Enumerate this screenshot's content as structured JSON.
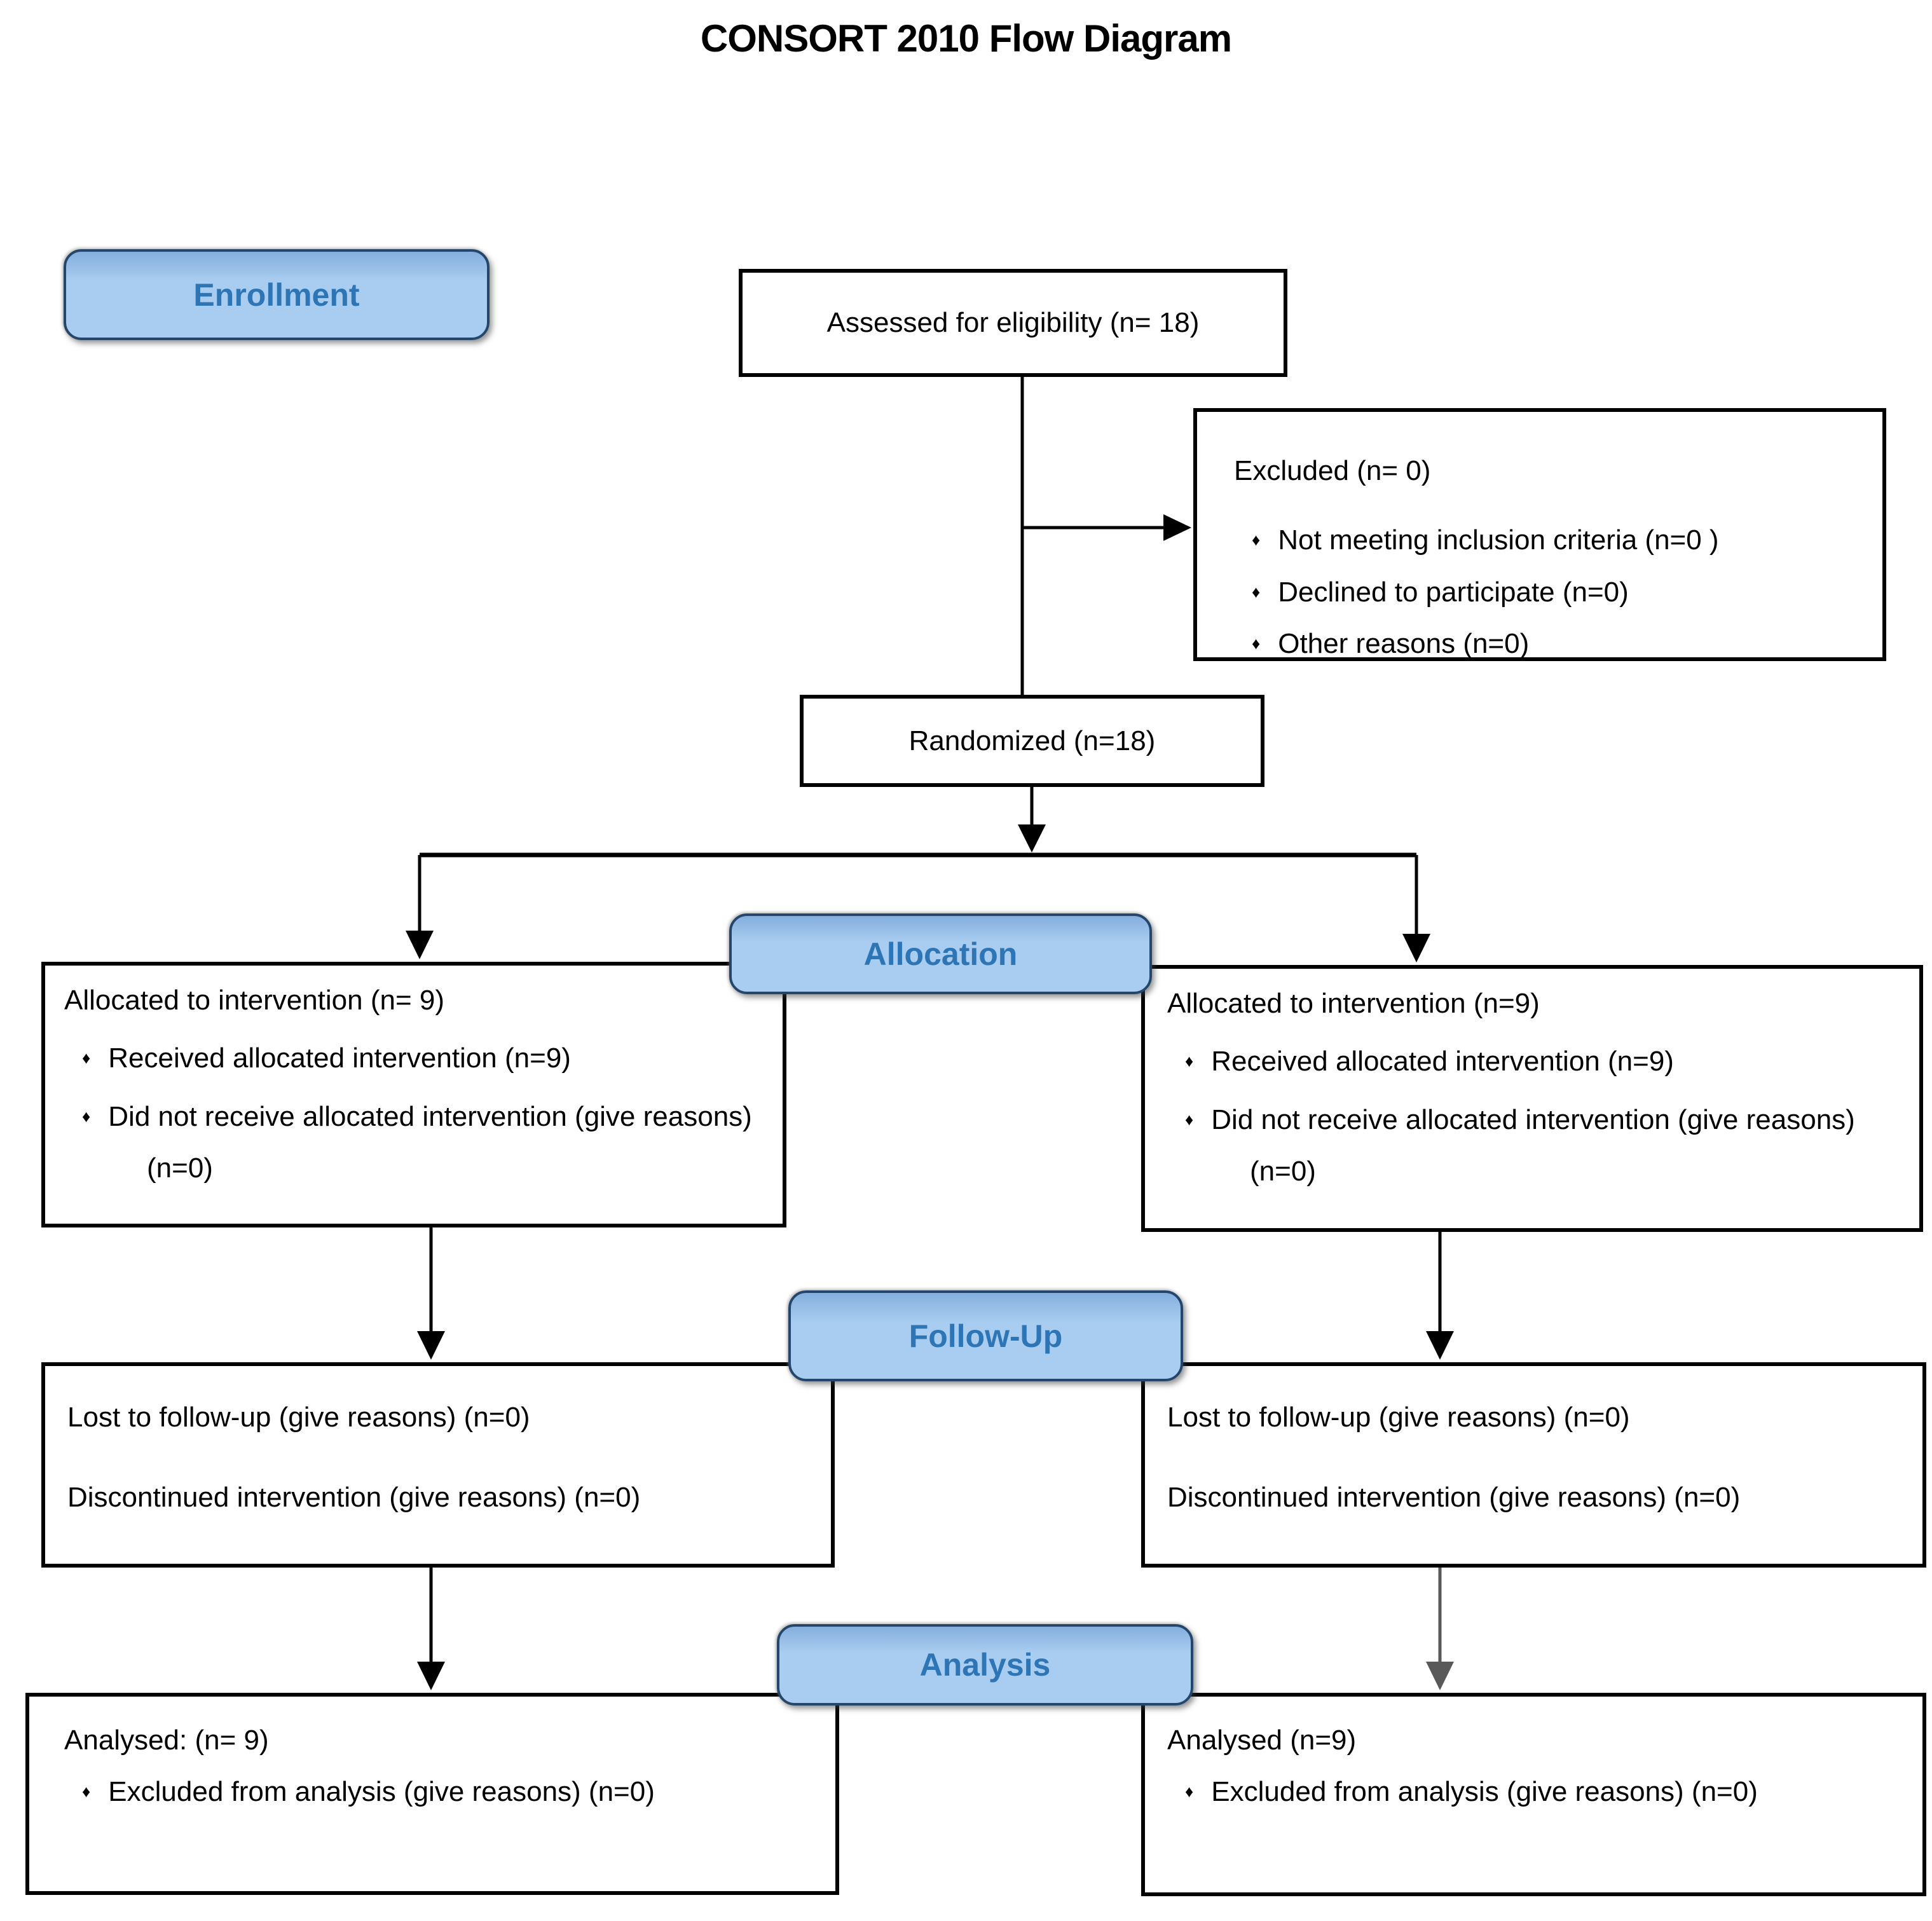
{
  "title": "CONSORT 2010 Flow Diagram",
  "colors": {
    "background": "#ffffff",
    "label_fill": "#a9cdf0",
    "label_fill_dark": "#84aedd",
    "label_border": "#24466b",
    "label_text": "#2e75b6",
    "box_border": "#000000",
    "arrow": "#000000",
    "arrow_gray": "#595959",
    "text": "#000000"
  },
  "enrollment": {
    "label": "Enrollment",
    "assessed": "Assessed for eligibility (n= 18)",
    "excluded": {
      "heading": "Excluded (n= 0)",
      "bullets": [
        "Not meeting inclusion criteria (n=0 )",
        "Declined to participate (n=0)",
        "Other reasons (n=0)"
      ]
    },
    "randomized": "Randomized (n=18)"
  },
  "allocation": {
    "label": "Allocation",
    "left": {
      "title": "Allocated to intervention (n= 9)",
      "bullets": [
        "Received allocated intervention (n=9)",
        "Did not receive allocated intervention (give reasons) (n=0)"
      ]
    },
    "right": {
      "title": "Allocated to intervention (n=9)",
      "bullets": [
        "Received allocated intervention (n=9)",
        "Did not receive allocated intervention (give reasons) (n=0)"
      ]
    }
  },
  "followup": {
    "label": "Follow-Up",
    "left": {
      "lines": [
        "Lost to follow-up (give reasons) (n=0)",
        "Discontinued intervention (give reasons) (n=0)"
      ]
    },
    "right": {
      "lines": [
        "Lost to follow-up (give reasons) (n=0)",
        "Discontinued intervention (give reasons) (n=0)"
      ]
    }
  },
  "analysis": {
    "label": "Analysis",
    "left": {
      "title": "Analysed: (n= 9)",
      "bullets": [
        "Excluded from analysis (give reasons) (n=0)"
      ]
    },
    "right": {
      "title": "Analysed (n=9)",
      "bullets": [
        "Excluded from analysis (give reasons) (n=0)"
      ]
    }
  }
}
